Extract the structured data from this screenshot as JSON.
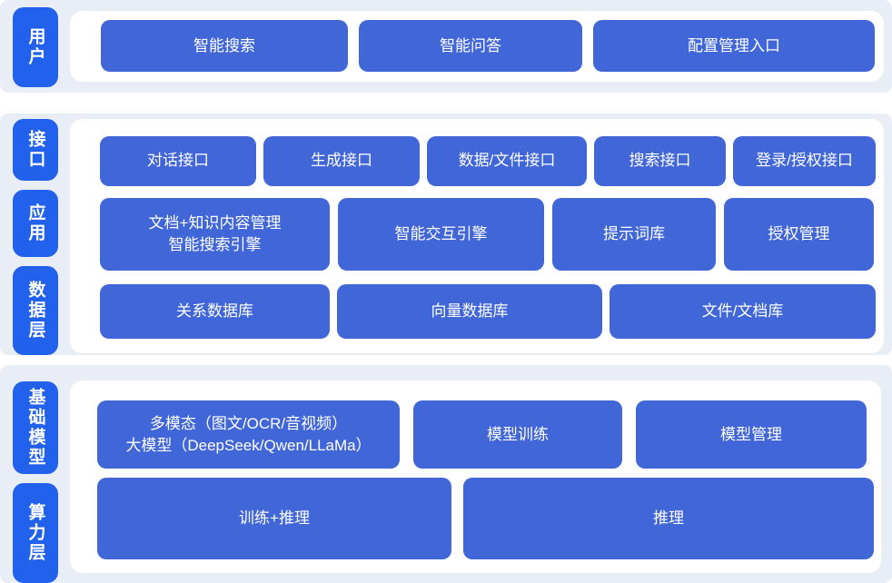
{
  "palette": {
    "section_bg": "#e9eef6",
    "panel_bg": "#ffffff",
    "block_blue": "#4166d8",
    "layer_label_blue": "#2161eb",
    "text": "#ffffff"
  },
  "sections": [
    {
      "labels": [
        {
          "text": "用户"
        }
      ],
      "rows": [
        {
          "buttons": [
            {
              "label": "智能搜索"
            },
            {
              "label": "智能问答"
            },
            {
              "label": "配置管理入口"
            }
          ]
        }
      ]
    },
    {
      "labels": [
        {
          "text": "接口"
        },
        {
          "text": "应用"
        },
        {
          "text": "数据层"
        }
      ],
      "rows": [
        {
          "buttons": [
            {
              "label": "对话接口"
            },
            {
              "label": "生成接口"
            },
            {
              "label": "数据/文件接口"
            },
            {
              "label": "搜索接口"
            },
            {
              "label": "登录/授权接口"
            }
          ]
        },
        {
          "buttons": [
            {
              "label": "文档+知识内容管理\n智能搜索引擎"
            },
            {
              "label": "智能交互引擎"
            },
            {
              "label": "提示词库"
            },
            {
              "label": "授权管理"
            }
          ]
        },
        {
          "buttons": [
            {
              "label": "关系数据库"
            },
            {
              "label": "向量数据库"
            },
            {
              "label": "文件/文档库"
            }
          ]
        }
      ]
    },
    {
      "labels": [
        {
          "text": "基础模型"
        },
        {
          "text": "算力层"
        }
      ],
      "rows": [
        {
          "buttons": [
            {
              "label": "多模态（图文/OCR/音视频）\n大模型（DeepSeek/Qwen/LLaMa）"
            },
            {
              "label": "模型训练"
            },
            {
              "label": "模型管理"
            }
          ]
        },
        {
          "buttons": [
            {
              "label": "训练+推理"
            },
            {
              "label": "推理"
            }
          ]
        }
      ]
    }
  ]
}
